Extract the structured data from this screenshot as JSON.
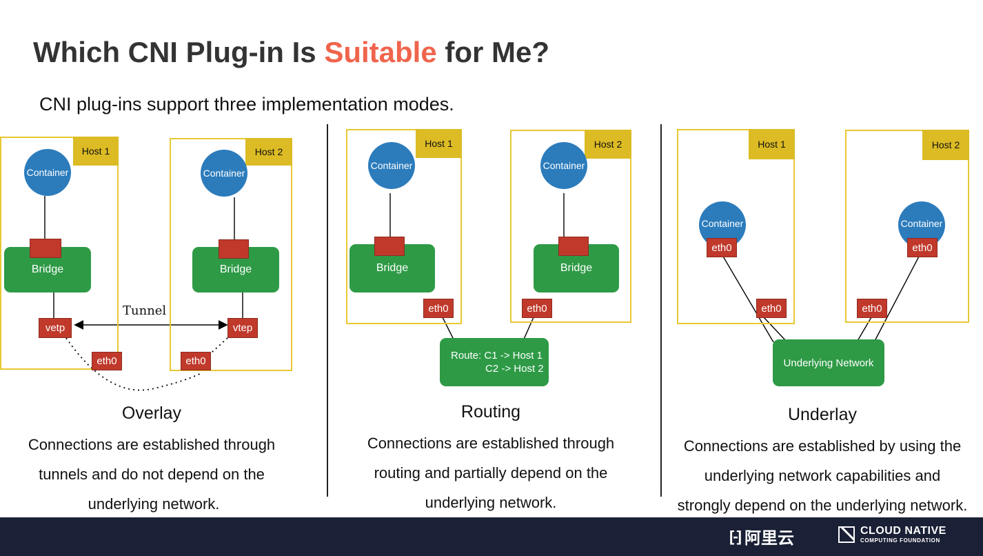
{
  "title": {
    "prefix": "Which CNI Plug-in Is ",
    "highlight": "Suitable",
    "suffix": " for Me?"
  },
  "subtitle": "CNI plug-ins support three implementation modes.",
  "labels": {
    "host1": "Host 1",
    "host2": "Host 2",
    "container": "Container",
    "bridge": "Bridge",
    "eth0": "eth0",
    "vetp": "vetp",
    "vtep": "vtep",
    "tunnel": "Tunnel",
    "route_line1": "Route: C1 -> Host 1",
    "route_line2": "C2 -> Host 2",
    "underlying_network": "Underlying Network"
  },
  "modes": [
    {
      "name": "Overlay",
      "lines": [
        "Connections are established through",
        "tunnels and do not depend on the",
        "underlying network."
      ]
    },
    {
      "name": "Routing",
      "lines": [
        "Connections are established through",
        "routing and partially depend on the",
        "underlying network."
      ]
    },
    {
      "name": "Underlay",
      "lines": [
        "Connections are established by using the",
        "underlying network capabilities and",
        "strongly depend on the underlying network."
      ]
    }
  ],
  "footer": {
    "logo_aliyun": "阿里云",
    "logo_cncf_main": "CLOUD NATIVE",
    "logo_cncf_sub": "COMPUTING FOUNDATION"
  },
  "colors": {
    "accent": "#f0644c",
    "host_border": "#e8c832",
    "host_tag": "#dcbb24",
    "container": "#2c7cbc",
    "bridge": "#2e9a46",
    "port": "#c0392b",
    "footer": "#1a2035"
  }
}
